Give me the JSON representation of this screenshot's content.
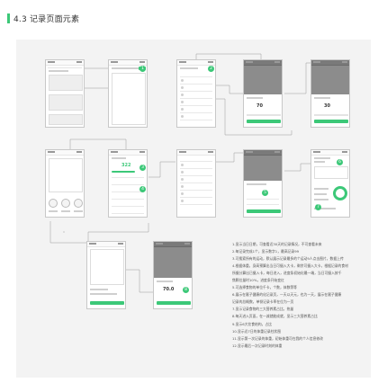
{
  "section": {
    "title": "4.3 记录页面元素",
    "accent_color": "#3cc878"
  },
  "notes": [
    "1.显示当日日期，可查看近30天的记录情况，不可查看未来",
    "2.每记录完成1个，显示数字1，最高记录99",
    "3.可搜索所有的运动，默认展示记录最多的个运动9人点击图片，数据上传",
    "4.根据体重，身高预算出当日可摄入大卡，剩余可摄入大卡，根据记录的食材",
    "所摄分算出已摄入卡，每日进入，进度条初始化最一端，当日可摄入按千",
    "焦颗位量时10%，进度条开始变红",
    "5.可选择食物的单位千卡，个数，体数等等",
    "6.展示在裹子健康的化记录页，一天以天元，也为一天，展示在裹子健康",
    "记录的总概数，单餐记录卡率在位为一页",
    "7.显示记录食物的三大营养素占比，热量",
    "8.每天进入页面，在一减就能成就，显示三大营养素占比",
    "9.显示6大饮食结构，占比",
    "10.显示近7日的体重记录柱状图",
    "11.显示第一次记录的体重，初始体重可在我的个人信息修改",
    "12.显示最后一次记录时刻的体重"
  ],
  "phone_screens": {
    "detail_top_value": "322",
    "picker_value": "70",
    "picker_value_2": "30",
    "picker_value_3": "70.0",
    "badges": [
      "1",
      "2",
      "3",
      "4",
      "5",
      "6",
      "7",
      "8"
    ]
  }
}
